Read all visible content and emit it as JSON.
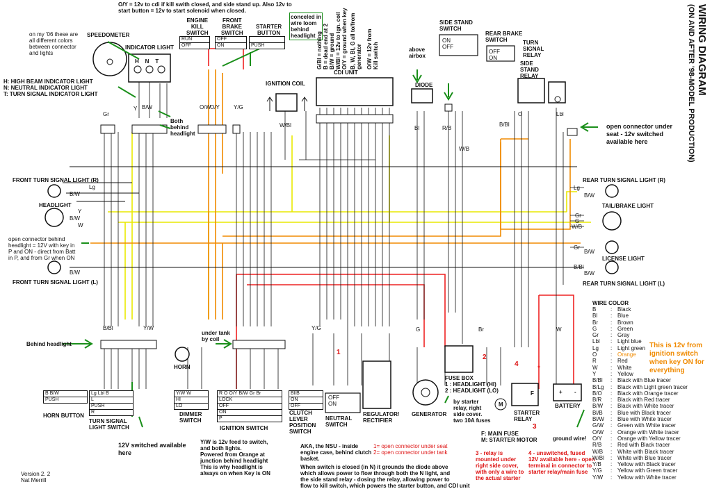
{
  "title_vertical": "WIRING DIAGRAM",
  "subtitle_vertical": "(ON AND AFTER '98-MODEL PRODUCTION)",
  "version": "Version 2. 2",
  "author": "Nat Merrill",
  "components": {
    "speedometer": "SPEEDOMETER",
    "indicator_light": "INDICATOR LIGHT",
    "engine_kill_switch": [
      "ENGINE",
      "KILL",
      "SWITCH"
    ],
    "front_brake_switch": [
      "FRONT",
      "BRAKE",
      "SWITCH"
    ],
    "starter_button": [
      "STARTER",
      "BUTTON"
    ],
    "cdi_unit": "CDI UNIT",
    "ignition_coil": "IGNITION COIL",
    "diode": "DIODE",
    "side_stand_switch": [
      "SIDE STAND",
      "SWITCH"
    ],
    "rear_brake_switch": [
      "REAR BRAKE",
      "SWITCH"
    ],
    "turn_signal_relay": [
      "TURN",
      "SIGNAL",
      "RELAY"
    ],
    "side_stand_relay": [
      "SIDE",
      "STAND",
      "RELAY"
    ],
    "front_turn_r": "FRONT TURN SIGNAL LIGHT (R)",
    "headlight": "HEADLIGHT",
    "front_turn_l": "FRONT TURN SIGNAL LIGHT (L)",
    "rear_turn_r": "REAR TURN SIGNAL LIGHT (R)",
    "tail_brake": "TAIL/BRAKE LIGHT",
    "license": "LICENSE LIGHT",
    "rear_turn_l": "REAR TURN SIGNAL LIGHT (L)",
    "horn": "HORN",
    "horn_button": "HORN BUTTON",
    "turn_signal_switch": [
      "TURN SIGNAL",
      "LIGHT SWITCH"
    ],
    "dimmer_switch": [
      "DIMMER",
      "SWITCH"
    ],
    "ignition_switch": "IGNITION SWITCH",
    "clutch_switch": [
      "CLUTCH",
      "LEVER",
      "POSITION",
      "SWITCH"
    ],
    "neutral_switch": [
      "NEUTRAL",
      "SWITCH"
    ],
    "regulator": [
      "REGULATOR/",
      "RECTIFIER"
    ],
    "generator": "GENERATOR",
    "fuse_box": "FUSE BOX",
    "fuse_hi": "1 : HEADLIGHT (HI)",
    "fuse_lo": "2 : HEADLIGHT (LO)",
    "starter_relay": [
      "STARTER",
      "RELAY"
    ],
    "battery": "BATTERY",
    "main_fuse": "F: MAIN FUSE",
    "starter_motor": "M: STARTER MOTOR"
  },
  "switch_labels": {
    "run": "RUN",
    "off": "OFF",
    "on": "ON",
    "push": "PUSH",
    "hi": "HI",
    "lo": "LO",
    "lock": "LOCK",
    "p": "P",
    "r": "R",
    "l": "L",
    "n": "N",
    "t": "T",
    "h": "H",
    "ig_cols": [
      "R",
      "O",
      "O/Y",
      "B/W",
      "Gr",
      "Br"
    ]
  },
  "annotations": {
    "oy_note": [
      "O/Y = 12v to cdi if kill swith closed, and side stand up.  Also 12v to",
      "start button = 12v to start solenoid when closed."
    ],
    "concealed": [
      "conceled in",
      "wire loom",
      "behind",
      "headlight"
    ],
    "colors_note": [
      "on my '06 these are",
      "all different colors",
      "between connector",
      "and lights"
    ],
    "hnt": [
      "H: HIGH BEAM INDICATOR LIGHT",
      "N: NEUTRAL INDICATOR LIGHT",
      "T: TURN SIGNAL INDICATOR LIGHT"
    ],
    "both_behind": [
      "Both",
      "behind",
      "headlight"
    ],
    "cdi_notes": [
      "G/Bl = nothing",
      "B = dead end at 2",
      "B/W = ground",
      "W/Bl = 12v to ign. coil",
      "O/Y = ground when key",
      "B, W, Bl, G all to/from",
      "generator",
      "O/W = 12v from",
      "Kill switch"
    ],
    "above_airbox": [
      "above",
      "airbox"
    ],
    "open_conn_seat": [
      "open connector under",
      "seat - 12v switched",
      "available here"
    ],
    "open_conn_headlight": [
      "open connector behind",
      "headlight = 12V with key in",
      "P and ON - direct from Batt",
      "in P, and from Gr when ON"
    ],
    "behind_headlight": "Behind headlight",
    "under_tank": [
      "under tank",
      "by coil"
    ],
    "twelve_v_switched": [
      "12V switched available",
      "here"
    ],
    "yw_note": [
      "Y/W is 12v feed to switch,",
      "and both lights.",
      "Powered from Orange at",
      "junction behind headlight",
      "This is why headlight is",
      "always on when Key is ON"
    ],
    "nsu_note": [
      "AKA, the NSU - inside",
      "engine case, behind clutch",
      "basket."
    ],
    "open_1": "1= open connector under seat",
    "open_2": "2= open connector under tank",
    "neutral_note": [
      "When switch is closed (in N) it grounds the diode above",
      "which allows power to flow through both the N light, and",
      "the side stand relay - dosing the relay, allowing power to",
      "flow to kill switch, which powers the starter button, and CDI unit"
    ],
    "by_starter": [
      "by starter",
      "relay, right",
      "side cover.",
      "two 10A fuses"
    ],
    "relay_note": [
      "3 - relay is",
      "mounted under",
      "right side cover,",
      "with only a wire to",
      "the actual starter"
    ],
    "unswitched_note": [
      "4 - unswitched, fused",
      "12V available here - open",
      "terminal in connector to",
      "starter relay/main fuse"
    ],
    "ground_wire": "ground wire!",
    "orange_note": [
      "This is 12v from",
      "ignition switch",
      "when key ON for",
      "everything"
    ],
    "num1": "1",
    "num2": "2",
    "num3": "3",
    "num4": "4",
    "num3b": "3"
  },
  "wire_color": {
    "title": "WIRE COLOR",
    "rows": [
      [
        "B",
        "Black"
      ],
      [
        "Bl",
        "Blue"
      ],
      [
        "Br",
        "Brown"
      ],
      [
        "G",
        "Green"
      ],
      [
        "Gr",
        "Gray"
      ],
      [
        "Lbl",
        "Light blue"
      ],
      [
        "Lg",
        "Light green"
      ],
      [
        "O",
        "Orange"
      ],
      [
        "R",
        "Red"
      ],
      [
        "W",
        "White"
      ],
      [
        "Y",
        "Yellow"
      ],
      [
        "B/Bl",
        "Black with Blue tracer"
      ],
      [
        "B/Lg",
        "Black with Light green tracer"
      ],
      [
        "B/O",
        "Black with Orange tracer"
      ],
      [
        "B/R",
        "Black with Red tracer"
      ],
      [
        "B/W",
        "Black with White tracer"
      ],
      [
        "Bl/B",
        "Blue with Black tracer"
      ],
      [
        "Bl/W",
        "Blue with White tracer"
      ],
      [
        "G/W",
        "Green with White tracer"
      ],
      [
        "O/W",
        "Orange with White tracer"
      ],
      [
        "O/Y",
        "Orange with Yellow tracer"
      ],
      [
        "R/B",
        "Red with Black tracer"
      ],
      [
        "W/B",
        "White with Black tracer"
      ],
      [
        "W/Bl",
        "White with Blue tracer"
      ],
      [
        "Y/B",
        "Yellow with Black tracer"
      ],
      [
        "Y/G",
        "Yellow with Green tracer"
      ],
      [
        "Y/W",
        "Yellow with White tracer"
      ]
    ]
  },
  "wire_labels": {
    "gr": "Gr",
    "y": "Y",
    "bw": "B/W",
    "ow": "O/W",
    "oy": "O/Y",
    "yg": "Y/G",
    "bbl": "B/Bl",
    "lg": "Lg",
    "blb": "Bl/B",
    "wbl": "W/Bl",
    "bl": "Bl",
    "o": "O",
    "rb": "R/B",
    "wb": "W/B",
    "g": "G",
    "lbl": "Lbl",
    "b": "B",
    "yw": "Y/W",
    "r": "R",
    "br": "Br",
    "w": "W",
    "plus": "+",
    "minus": "-",
    "f": "F",
    "m": "M"
  }
}
